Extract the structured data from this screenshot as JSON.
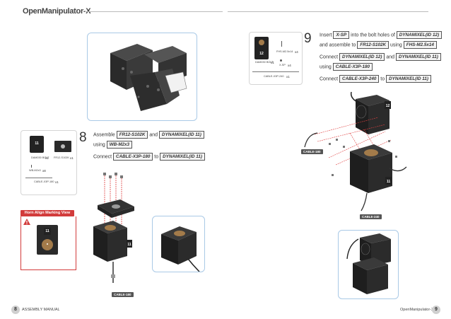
{
  "header": {
    "brand": "OpenManipulator-X"
  },
  "step8": {
    "number": "8",
    "line1": {
      "prefix": "Assemble",
      "part": "FR12-S102K",
      "joiner": "and",
      "motor": "DYNAMIXEL(ID 11)"
    },
    "line2": {
      "prefix": "using",
      "part": "WB-M2x3"
    },
    "line3": {
      "prefix": "Connect",
      "cable": "CABLE-X3P-180",
      "joiner": "to",
      "motor": "DYNAMIXEL(ID 11)"
    },
    "parts": {
      "motor_id": "11",
      "items": [
        {
          "name": "DAM030 BOLT",
          "qty": "x1"
        },
        {
          "name": "FR12-S102K",
          "qty": "x1"
        },
        {
          "name": "WB-M2x3",
          "qty": "x8"
        },
        {
          "name": "CABLE-X3P-180",
          "qty": "x1"
        }
      ]
    },
    "cable_label": "CABLE-180",
    "motor_id": "11"
  },
  "step9": {
    "number": "9",
    "line1": {
      "prefix": "Insert",
      "part": "X-SP",
      "suffix": "into the bolt holes of",
      "motor": "DYNAMIXEL(ID 12)"
    },
    "line2": {
      "prefix": "and assemble to",
      "part": "FR12-S102K",
      "joiner": "using",
      "bolt": "FHS-M2.5x14"
    },
    "line3": {
      "prefix": "Connect",
      "motor_a": "DYNAMIXEL(ID 12)",
      "joiner": "and",
      "motor_b": "DYNAMIXEL(ID 11)"
    },
    "line4": {
      "prefix": "using",
      "cable": "CABLE-X3P-180"
    },
    "line5": {
      "prefix": "Connect",
      "cable": "CABLE-X3P-240",
      "joiner": "to",
      "motor": "DYNAMIXEL(ID 11)"
    },
    "parts": {
      "motor_id": "12",
      "items": [
        {
          "name": "FHS-M2.5x14",
          "qty": "x4"
        },
        {
          "name": "DAM030 BOLT",
          "qty": "x1"
        },
        {
          "name": "X-SP",
          "qty": "x4"
        },
        {
          "name": "CABLE-X3P-240",
          "qty": "x1"
        }
      ]
    },
    "cable_label_a": "CABLE-180",
    "cable_label_b": "CABLE-240",
    "motor_top_id": "12",
    "motor_bottom_id": "11"
  },
  "horn": {
    "title": "Horn Align Marking View",
    "motor_id": "11"
  },
  "footer": {
    "left_page": "8",
    "left_text": "ASSEMBLY MANUAL",
    "right_text": "OpenManipulator-X",
    "right_page": "9"
  },
  "colors": {
    "frame_border": "#a9c9e6",
    "warning_red": "#d23b3b",
    "guide_red": "#e04040"
  }
}
